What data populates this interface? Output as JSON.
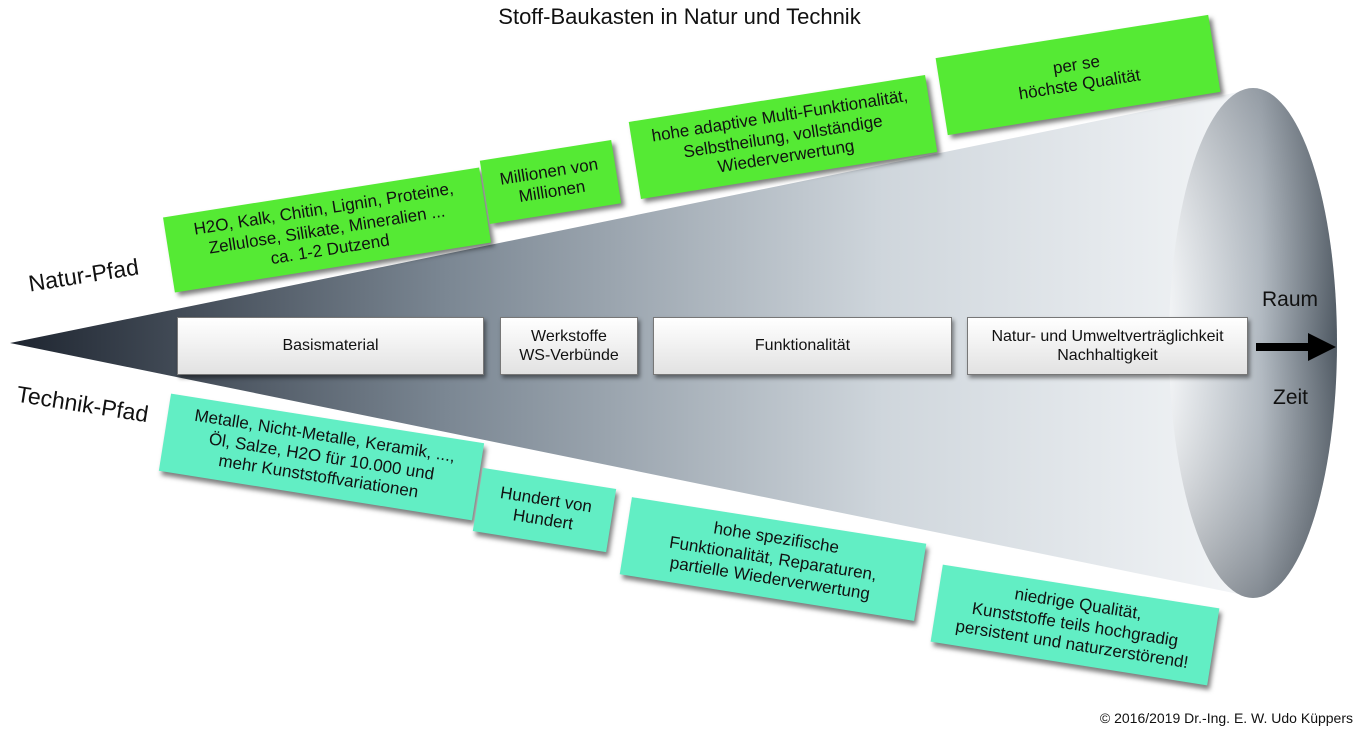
{
  "title": "Stoff-Baukasten in Natur und Technik",
  "paths": {
    "natur": "Natur-Pfad",
    "technik": "Technik-Pfad"
  },
  "natur_notes": [
    "H2O, Kalk, Chitin, Lignin, Proteine,\nZellulose, Silikate, Mineralien ...\nca. 1-2 Dutzend",
    "Millionen von\nMillionen",
    "hohe adaptive Multi-Funktionalität,\nSelbstheilung, vollständige\nWiederverwertung",
    "per se\nhöchste Qualität"
  ],
  "stages": [
    "Basismaterial",
    "Werkstoffe\nWS-Verbünde",
    "Funktionalität",
    "Natur- und Umweltverträglichkeit\nNachhaltigkeit"
  ],
  "technik_notes": [
    "Metalle, Nicht-Metalle, Keramik, ...,\nÖl, Salze, H2O für 10.000 und\nmehr Kunststoffvariationen",
    "Hundert von\nHundert",
    "hohe spezifische\nFunktionalität, Reparaturen,\npartielle Wiederverwertung",
    "niedrige Qualität,\nKunststoffe teils hochgradig\npersistent und naturzerstörend!"
  ],
  "axis": {
    "top": "Raum",
    "bottom": "Zeit"
  },
  "colors": {
    "natur_note": "#55ea34",
    "technik_note": "#62eec4",
    "cone_dark": "#1e2530",
    "cone_light": "#f4f6f8"
  },
  "copyright": "© 2016/2019 Dr.-Ing. E. W. Udo Küppers"
}
